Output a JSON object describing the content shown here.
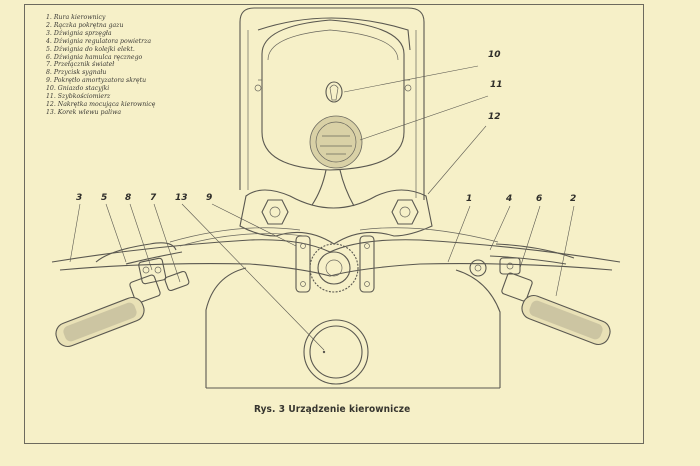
{
  "legend": [
    "1. Rura kierownicy",
    "2. Rączka pokrętna gazu",
    "3. Dźwignia sprzęgła",
    "4. Dźwignia regulatora powietrza",
    "5. Dźwignia do kolejki elekt.",
    "6. Dźwignia hamulca ręcznego",
    "7. Przełącznik świateł",
    "8. Przycisk sygnału",
    "9. Pokrętło amortyzatora skrętu",
    "10. Gniazdo stacyjki",
    "11. Szybkościomierz",
    "12. Nakrętka mocująca kierownicę",
    "13. Korek wlewu paliwa"
  ],
  "callouts": {
    "c1": "1",
    "c2": "2",
    "c3": "3",
    "c4": "4",
    "c5": "5",
    "c6": "6",
    "c7": "7",
    "c8": "8",
    "c9": "9",
    "c10": "10",
    "c11": "11",
    "c12": "12",
    "c13": "13"
  },
  "caption": "Rys. 3 Urządzenie kierownicze",
  "colors": {
    "paper": "#f6f0c8",
    "ink": "#5a5850"
  }
}
